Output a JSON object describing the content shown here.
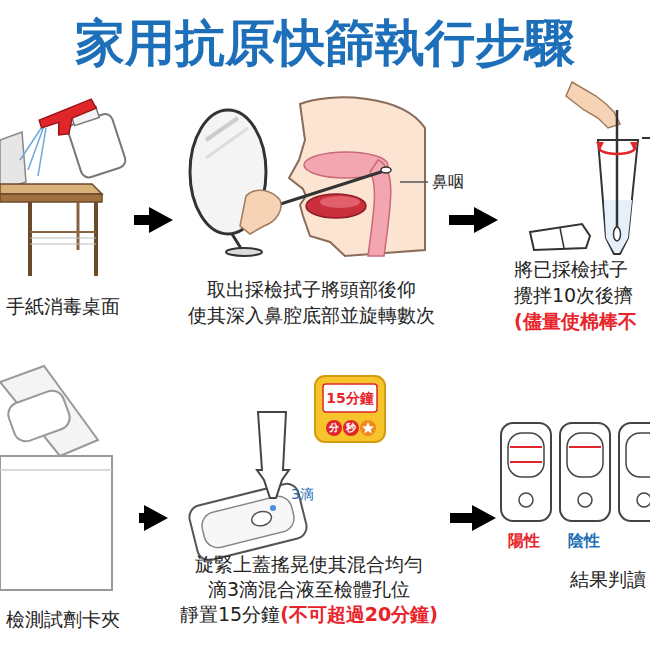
{
  "diagram": {
    "title": "家用抗原快篩執行步驟",
    "nodes": [
      {
        "text": [
          "手紙消毒桌面"
        ]
      },
      {
        "text": [
          "取出採檢拭子將頭部後仰 使其深入鼻腔底部並旋轉數次"
        ]
      },
      {
        "text": [
          "將已採檢拭子 攪拌10次後擠",
          "(儘量使棉棒不"
        ]
      },
      {
        "text": [
          "檢測試劑卡夾"
        ]
      },
      {
        "text": [
          "旋緊上蓋搖晃使其混合均勻 滴3滴混合液至檢體孔位 靜置15分鐘",
          "(不可超過20分鐘)"
        ]
      },
      {
        "text": [
          "陽性",
          "陰性",
          "結果判讀"
        ]
      }
    ],
    "edges": [
      {
        "from": 0,
        "to": 1,
        "arrow": "to"
      },
      {
        "from": 1,
        "to": 2,
        "arrow": "to"
      },
      {
        "from": 3,
        "to": 4,
        "arrow": "to"
      },
      {
        "from": 4,
        "to": 5,
        "arrow": "to"
      }
    ],
    "labels": [
      "鼻咽",
      "15分鐘",
      "分",
      "秒",
      "3滴"
    ]
  }
}
